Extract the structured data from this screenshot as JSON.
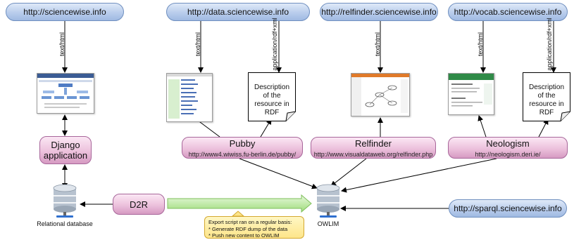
{
  "urls": {
    "sciencewise": "http://sciencewise.info",
    "data": "http://data.sciencewise.info",
    "relfinder": "http://relfinder.sciencewise.info",
    "vocab": "http://vocab.sciencewise.info",
    "sparql": "http://sparql.sciencewise.info"
  },
  "edge_labels": {
    "text_html": "text/html",
    "rdf_xml": "application/rdf+xml"
  },
  "documents": {
    "data_desc": "Description of the resource in RDF",
    "vocab_desc": "Description of the resource in RDF"
  },
  "apps": {
    "django": "Django application",
    "pubby": {
      "title": "Pubby",
      "url": "http://www4.wiwiss.fu-berlin.de/pubby/"
    },
    "relfinder": {
      "title": "Relfinder",
      "url": "http://www.visualdataweb.org/relfinder.php"
    },
    "neologism": {
      "title": "Neologism",
      "url": "http://neologism.deri.ie/"
    },
    "d2r": "D2R"
  },
  "databases": {
    "relational": "Relational database",
    "owlim": "OWLIM"
  },
  "note": {
    "lines": [
      "Export script ran on a regular basis:",
      "* Generate RDF dump of the data",
      "* Push new content to OWLIM"
    ]
  },
  "colors": {
    "url_pill": "#b9cdec",
    "app_box": "#ecc1dc",
    "export_arrow": "#b6e89a",
    "note": "#fde58a"
  }
}
